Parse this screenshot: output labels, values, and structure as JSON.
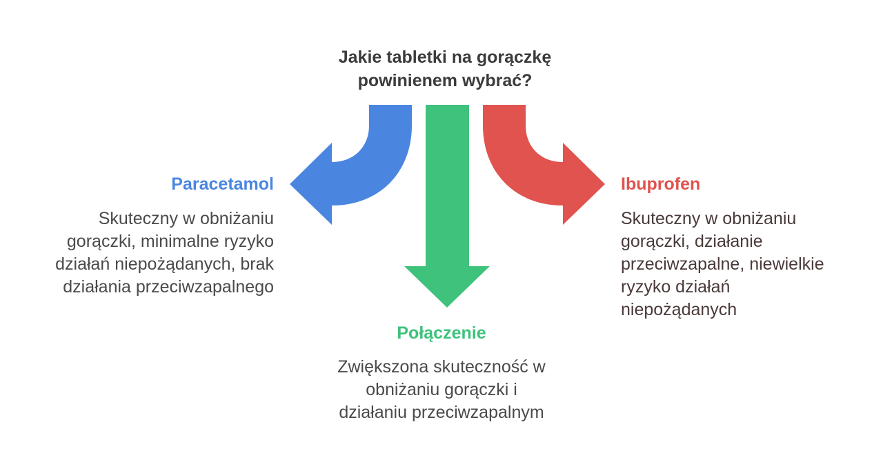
{
  "title": {
    "lines": [
      "Jakie tabletki na gorączkę",
      "powinienem wybrać?"
    ]
  },
  "options": {
    "paracetamol": {
      "heading": "Paracetamol",
      "lines": [
        "Skuteczny w obniżaniu",
        "gorączki, minimalne ryzyko",
        "działań niepożądanych, brak",
        "działania przeciwzapalnego"
      ],
      "color": "#4a86e0"
    },
    "polaczenie": {
      "heading": "Połączenie",
      "lines": [
        "Zwiększona skuteczność w",
        "obniżaniu gorączki i",
        "działaniu przeciwzapalnym"
      ],
      "color": "#3ec27c"
    },
    "ibuprofen": {
      "heading": "Ibuprofen",
      "lines": [
        "Skuteczny w obniżaniu",
        "gorączki, działanie",
        "przeciwzapalne, niewielkie",
        "ryzyko działań",
        "niepożądanych"
      ],
      "color": "#e0534e"
    }
  }
}
